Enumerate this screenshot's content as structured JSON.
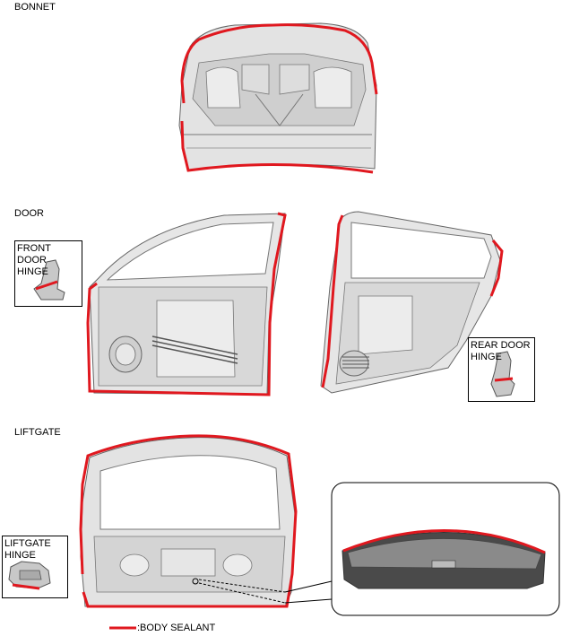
{
  "sections": {
    "bonnet": "BONNET",
    "door": "DOOR",
    "liftgate": "LIFTGATE"
  },
  "callouts": {
    "front_door_hinge": "FRONT DOOR\nHINGE",
    "rear_door_hinge": "REAR DOOR\nHINGE",
    "liftgate_hinge": "LIFTGATE\nHINGE"
  },
  "legend": {
    "label": ":BODY SEALANT",
    "color": "#e0181f"
  },
  "colors": {
    "sealant": "#e0181f",
    "panel_fill": "#d9d9d9",
    "panel_line": "#555555",
    "dark_panel": "#4a4a4a"
  }
}
